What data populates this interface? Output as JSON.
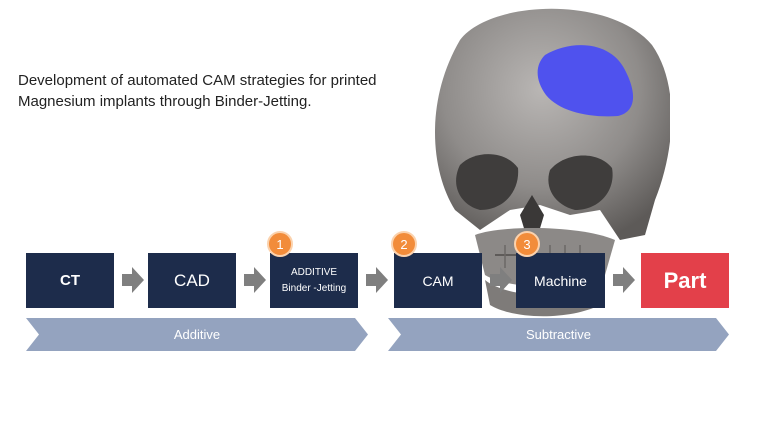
{
  "description": "Development of automated CAM strategies for printed Magnesium implants through Binder-Jetting.",
  "steps": {
    "ct": "CT",
    "cad": "CAD",
    "additive_top": "ADDITIVE",
    "additive_bottom": "Binder -Jetting",
    "cam": "CAM",
    "machine": "Machine",
    "part": "Part"
  },
  "badges": [
    "1",
    "2",
    "3"
  ],
  "bands": {
    "additive": "Additive",
    "subtractive": "Subtractive"
  },
  "colors": {
    "box": "#1d2c4b",
    "part": "#e3404a",
    "badge": "#f28c3a",
    "band": "#94a3bf",
    "arrow": "#7f7f7f",
    "implant": "#4f52ee"
  },
  "image": {
    "subject": "skull-3d-model-with-implant"
  }
}
